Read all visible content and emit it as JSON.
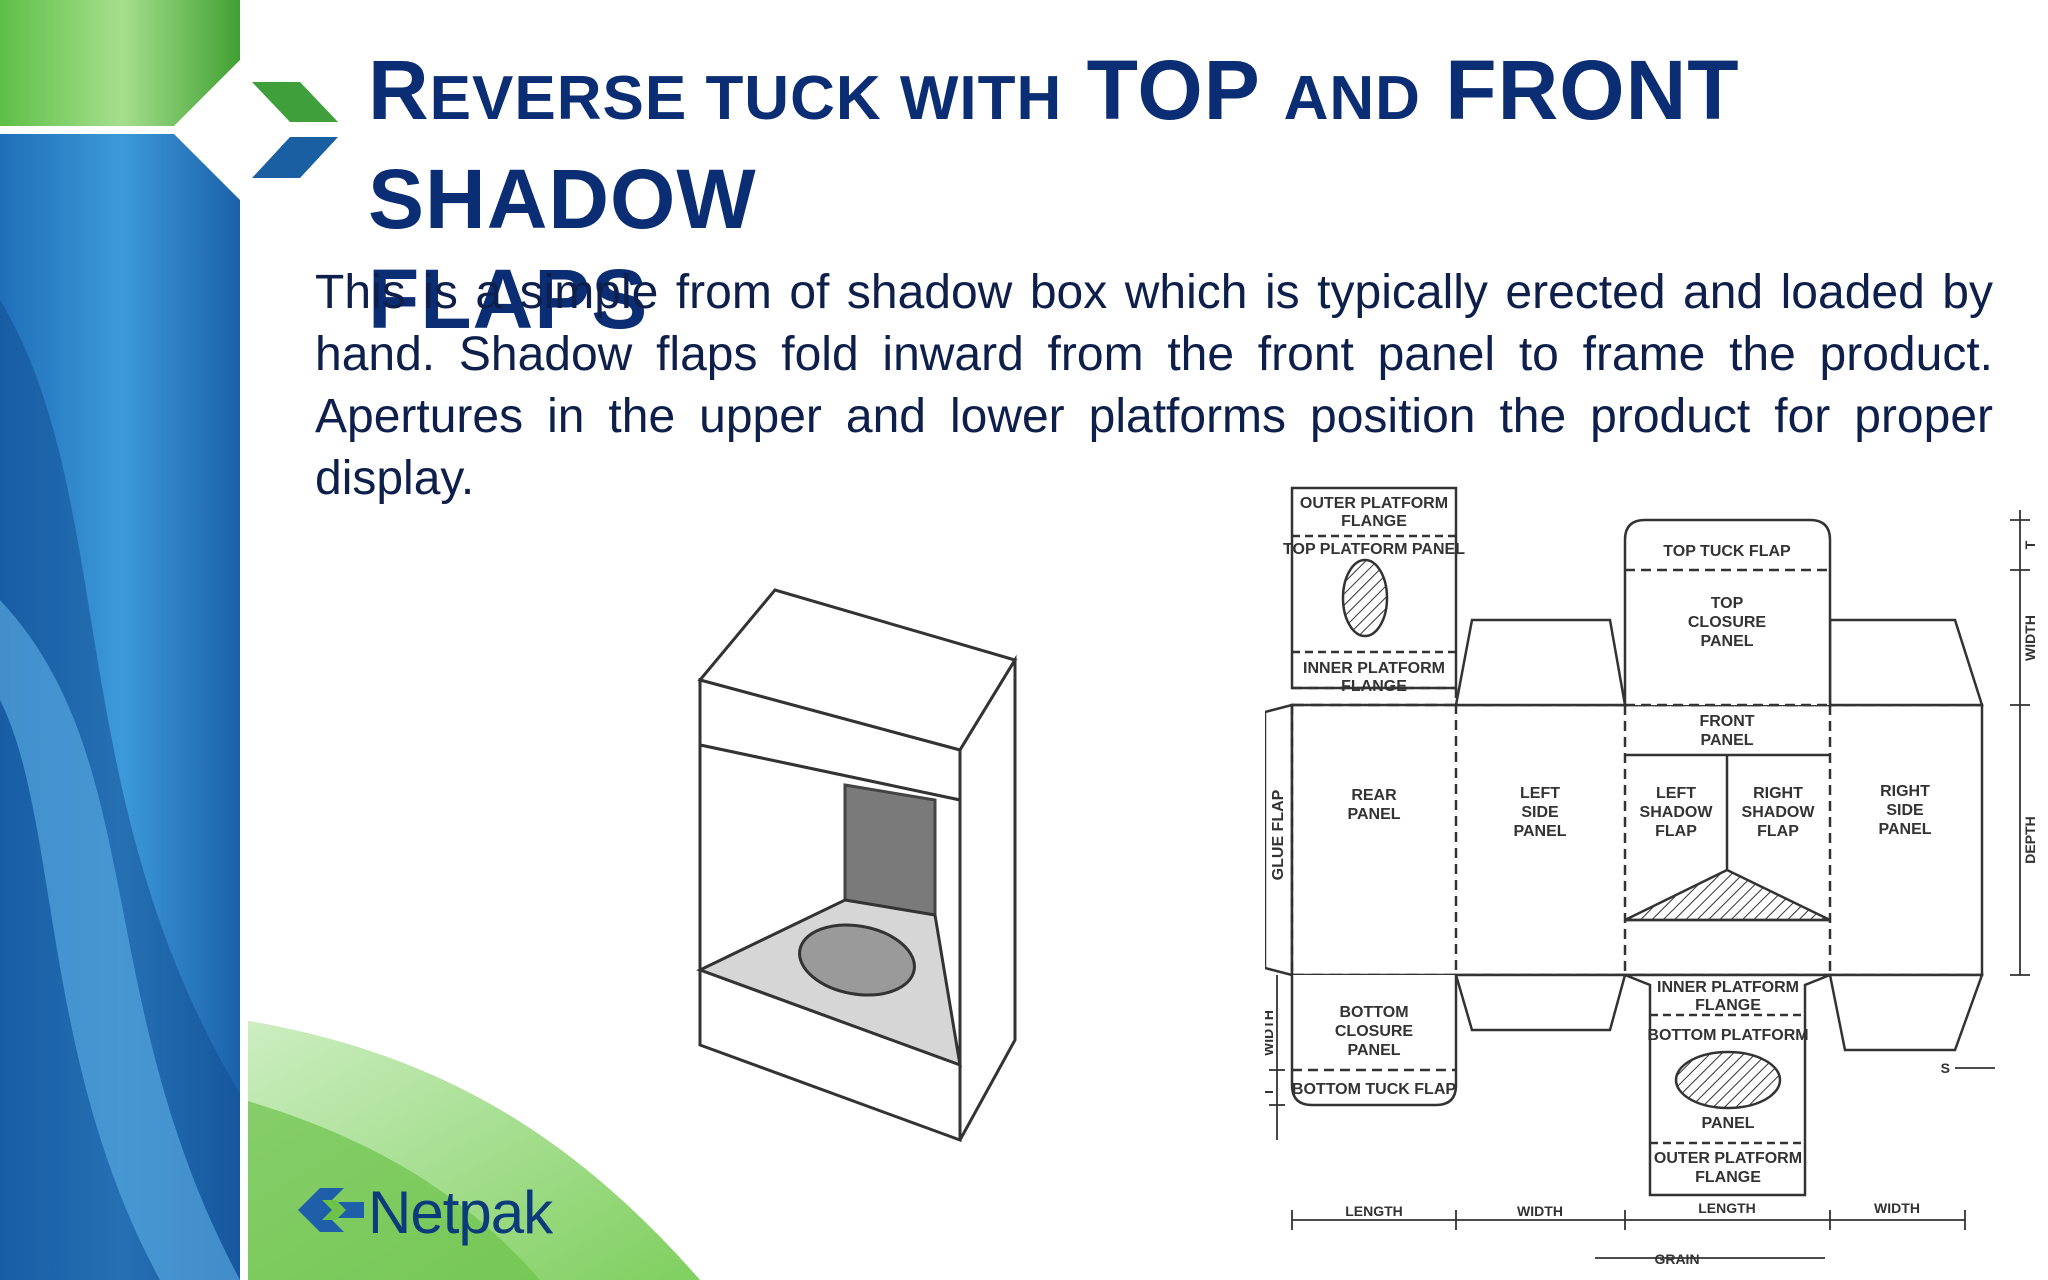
{
  "slide": {
    "title": {
      "part1_cap": "R",
      "part1_sc": "EVERSE TUCK WITH",
      "part2": "TOP",
      "part3_sc": "AND",
      "part4_cap": "F",
      "part4_rest": "RONT SHADOW",
      "part5": "FLAPS"
    },
    "body": "This is a simple from of shadow box which is typically erected and loaded by hand. Shadow flaps fold inward from the front panel to frame the product. Apertures in the upper and lower platforms position the product for proper display.",
    "logo_text": "Netpak"
  },
  "dieline": {
    "outer_platform_flange_top_1": "OUTER PLATFORM",
    "outer_platform_flange_top_2": "FLANGE",
    "top_platform_panel": "TOP PLATFORM PANEL",
    "inner_platform_flange_top_1": "INNER PLATFORM",
    "inner_platform_flange_top_2": "FLANGE",
    "top_tuck_flap": "TOP TUCK FLAP",
    "top_closure_1": "TOP",
    "top_closure_2": "CLOSURE",
    "top_closure_3": "PANEL",
    "front_panel_1": "FRONT",
    "front_panel_2": "PANEL",
    "glue_flap": "GLUE FLAP",
    "rear_panel_1": "REAR",
    "rear_panel_2": "PANEL",
    "left_side_1": "LEFT",
    "left_side_2": "SIDE",
    "left_side_3": "PANEL",
    "left_shadow_1": "LEFT",
    "left_shadow_2": "SHADOW",
    "left_shadow_3": "FLAP",
    "right_shadow_1": "RIGHT",
    "right_shadow_2": "SHADOW",
    "right_shadow_3": "FLAP",
    "right_side_1": "RIGHT",
    "right_side_2": "SIDE",
    "right_side_3": "PANEL",
    "bottom_closure_1": "BOTTOM",
    "bottom_closure_2": "CLOSURE",
    "bottom_closure_3": "PANEL",
    "bottom_tuck_flap": "BOTTOM TUCK FLAP",
    "inner_platform_flange_bot_1": "INNER PLATFORM",
    "inner_platform_flange_bot_2": "FLANGE",
    "bottom_platform": "BOTTOM PLATFORM",
    "panel": "PANEL",
    "outer_platform_flange_bot_1": "OUTER PLATFORM",
    "outer_platform_flange_bot_2": "FLANGE",
    "dim_length": "LENGTH",
    "dim_width": "WIDTH",
    "dim_length_2": "LENGTH",
    "dim_width_2": "WIDTH",
    "dim_grain": "GRAIN",
    "dim_t": "T",
    "dim_width_v": "WIDTH",
    "dim_depth_v": "DEPTH",
    "dim_width_v_left": "WIDTH",
    "dim_t_left": "T",
    "dim_s": "S"
  }
}
